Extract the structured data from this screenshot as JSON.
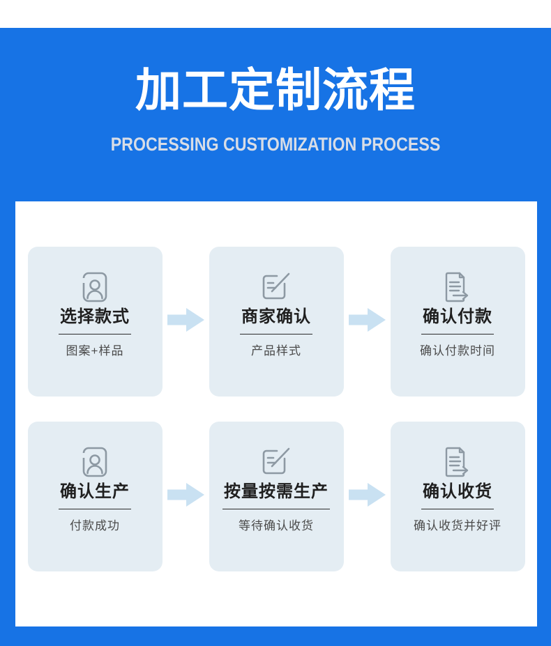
{
  "banner": {
    "title": "加工定制流程",
    "subtitle": "PROCESSING CUSTOMIZATION PROCESS"
  },
  "colors": {
    "background_blue": "#1773e5",
    "banner_title_text": "#ffffff",
    "banner_subtitle_text": "#d8dde6",
    "content_card_bg": "#ffffff",
    "step_card_bg": "#e4edf3",
    "arrow_fill": "#c9e1f2",
    "step_title_text": "#1f1f1f",
    "step_underline": "#2b2b2b",
    "step_subtitle_text": "#4a4a4a",
    "icon_stroke": "#8d99a3"
  },
  "steps": [
    {
      "icon": "id-card-icon",
      "title": "选择款式",
      "subtitle": "图案+样品"
    },
    {
      "icon": "edit-document-icon",
      "title": "商家确认",
      "subtitle": "产品样式"
    },
    {
      "icon": "document-send-icon",
      "title": "确认付款",
      "subtitle": "确认付款时间"
    },
    {
      "icon": "id-card-icon",
      "title": "确认生产",
      "subtitle": "付款成功"
    },
    {
      "icon": "edit-document-icon",
      "title": "按量按需生产",
      "subtitle": "等待确认收货"
    },
    {
      "icon": "document-send-icon",
      "title": "确认收货",
      "subtitle": "确认收货并好评"
    }
  ],
  "layout": {
    "rows": 2,
    "cols": 3
  }
}
